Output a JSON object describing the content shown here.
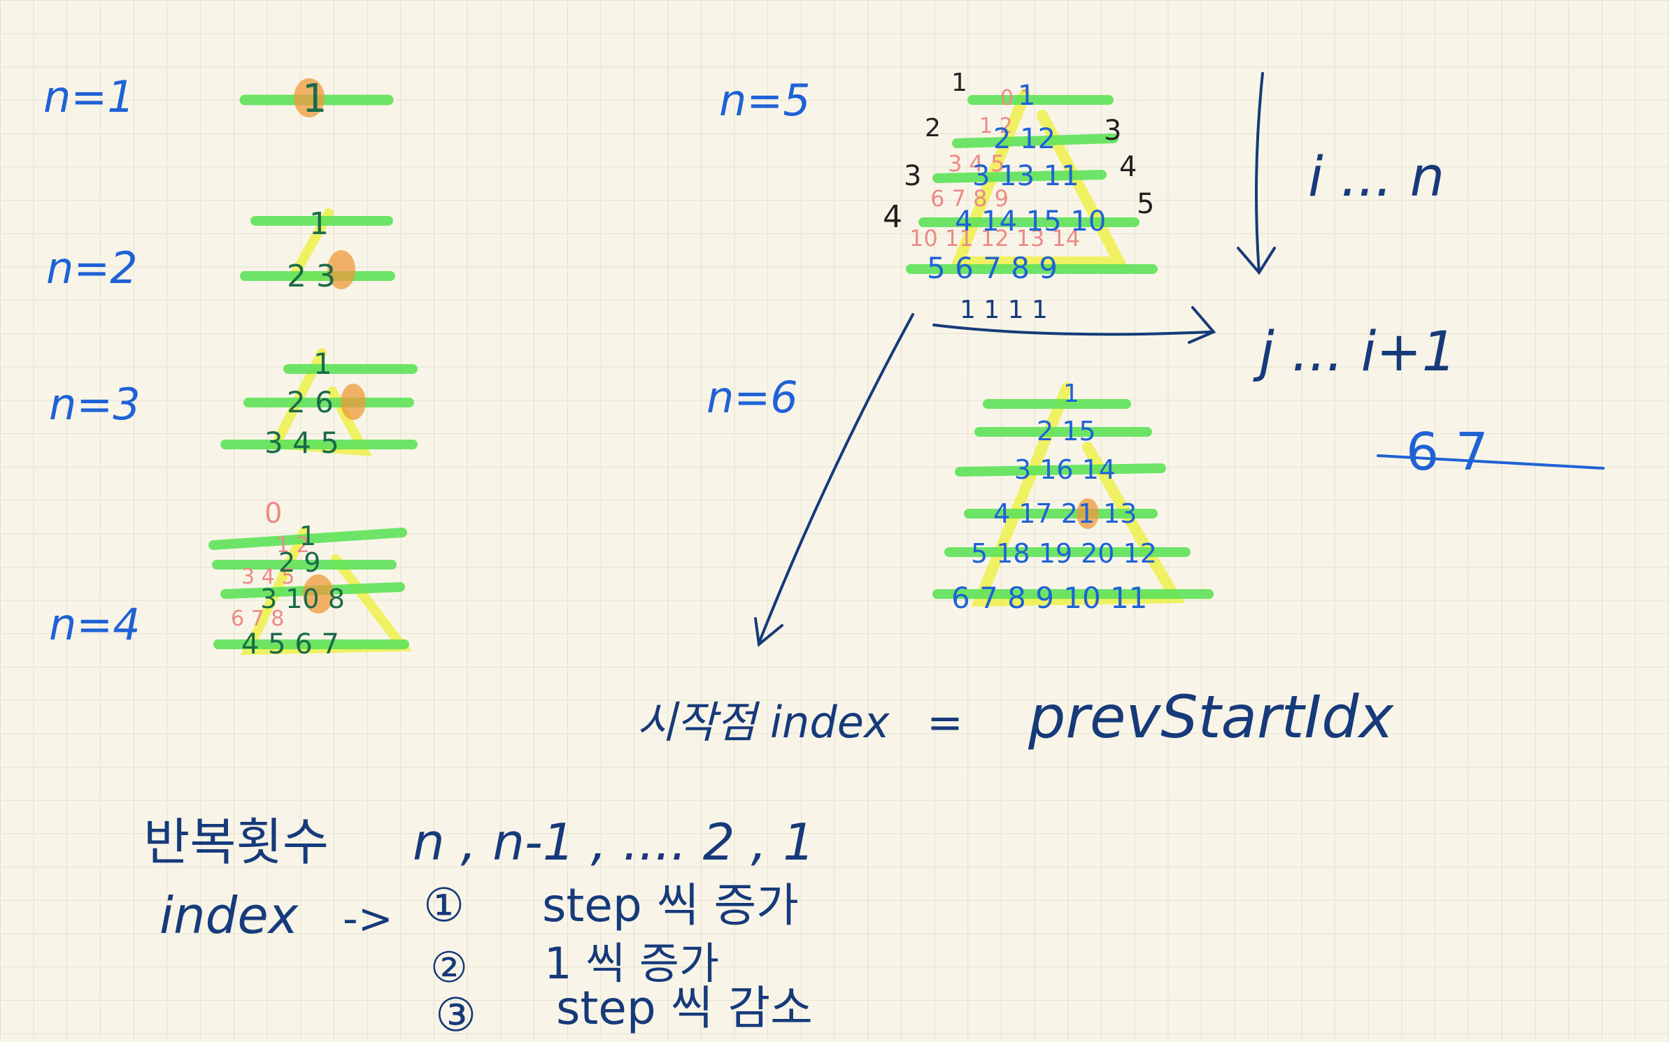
{
  "colors": {
    "paper": "#f8f5e8",
    "grid": "#dedbc9",
    "ink_blue": "#1f62d6",
    "ink_navy": "#163a7a",
    "highlight_green": "#5fe35a",
    "highlight_yellow": "#eef04a",
    "highlight_orange": "#ee9a3c",
    "ink_pink": "#ec8a86"
  },
  "left_column": {
    "n1": {
      "label": "n=1",
      "rows": [
        "1"
      ]
    },
    "n2": {
      "label": "n=2",
      "rows": [
        "1",
        "2 3"
      ]
    },
    "n3": {
      "label": "n=3",
      "rows": [
        "1",
        "2 6",
        "3 4 5"
      ]
    },
    "n4": {
      "label": "n=4",
      "rows": [
        "1",
        "2 9",
        "3 10 8",
        "4 5 6 7"
      ],
      "pink_notes": [
        "0",
        "1 2",
        "3 4 5",
        "6 7 8"
      ]
    }
  },
  "n5": {
    "label": "n=5",
    "rows": [
      "1",
      "2 12",
      "3 13 11",
      "4 14 15 10",
      "5 6 7 8 9"
    ],
    "row_numbers_left": [
      "1",
      "2",
      "3",
      "4"
    ],
    "row_numbers_right": [
      "3",
      "4",
      "5"
    ],
    "pink_notes": [
      "0 1",
      "1 2",
      "3 4 5",
      "6 7 8 9",
      "10 11 12 13 14"
    ],
    "tick_marks": "1 1 1 1"
  },
  "n6": {
    "label": "n=6",
    "rows": [
      "1",
      "2 15",
      "3 16 14",
      "4 17 21 13",
      "5 18 19 20 12",
      "6 7 8 9 10 11"
    ]
  },
  "right_notes": {
    "i_range": "i ... n",
    "j_range": "j ... i+1",
    "struck_value": "6 7"
  },
  "formula": {
    "label": "시작점 index",
    "equals": "=",
    "value": "prevStartIdx"
  },
  "bottom_notes": {
    "repeat_label": "반복횟수",
    "repeat_sequence": "n , n-1 , .... 2 , 1",
    "index_label": "index",
    "arrow": "->",
    "steps": [
      {
        "num": "①",
        "text": "step 씩 증가"
      },
      {
        "num": "②",
        "text": "1 씩 증가"
      },
      {
        "num": "③",
        "text": "step 씩 감소"
      }
    ]
  }
}
